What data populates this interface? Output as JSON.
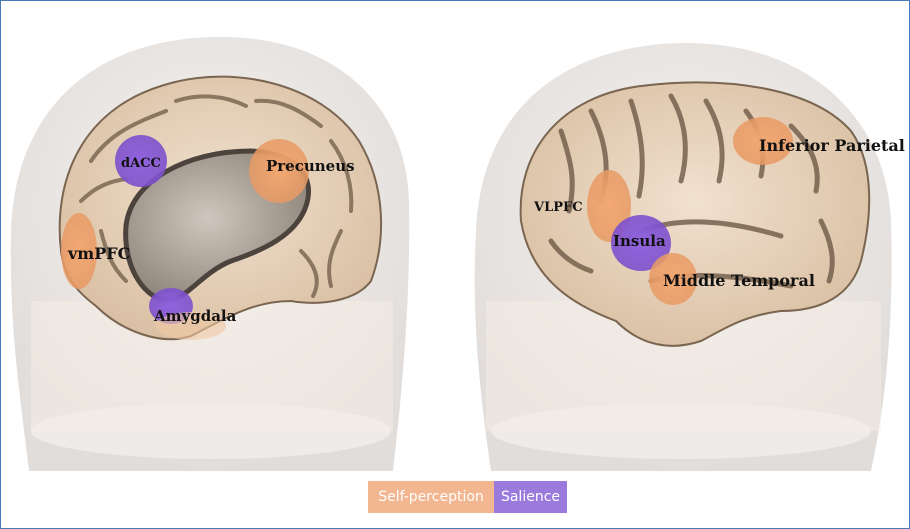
{
  "figure": {
    "left_panel": {
      "regions": [
        {
          "label": "dACC",
          "network": "salience"
        },
        {
          "label": "Precuneus",
          "network": "self_perception"
        },
        {
          "label": "vmPFC",
          "network": "self_perception"
        },
        {
          "label": "Amygdala",
          "network": "salience"
        }
      ]
    },
    "right_panel": {
      "regions": [
        {
          "label": "Inferior Parietal",
          "network": "self_perception"
        },
        {
          "label": "VLPFC",
          "network": "self_perception"
        },
        {
          "label": "Insula",
          "network": "salience"
        },
        {
          "label": "Middle Temporal",
          "network": "self_perception"
        }
      ]
    },
    "legend": {
      "self_perception": {
        "label": "Self-perception",
        "color": "#f2b690"
      },
      "salience": {
        "label": "Salience",
        "color": "#9a7bdc"
      }
    },
    "colors": {
      "region_self_perception": "#f0a56e",
      "region_salience": "#8a5bd6",
      "brain_tissue": "#ead6bf",
      "head_shell": "#e9e5e2",
      "frame_border": "#4a78b8"
    }
  }
}
